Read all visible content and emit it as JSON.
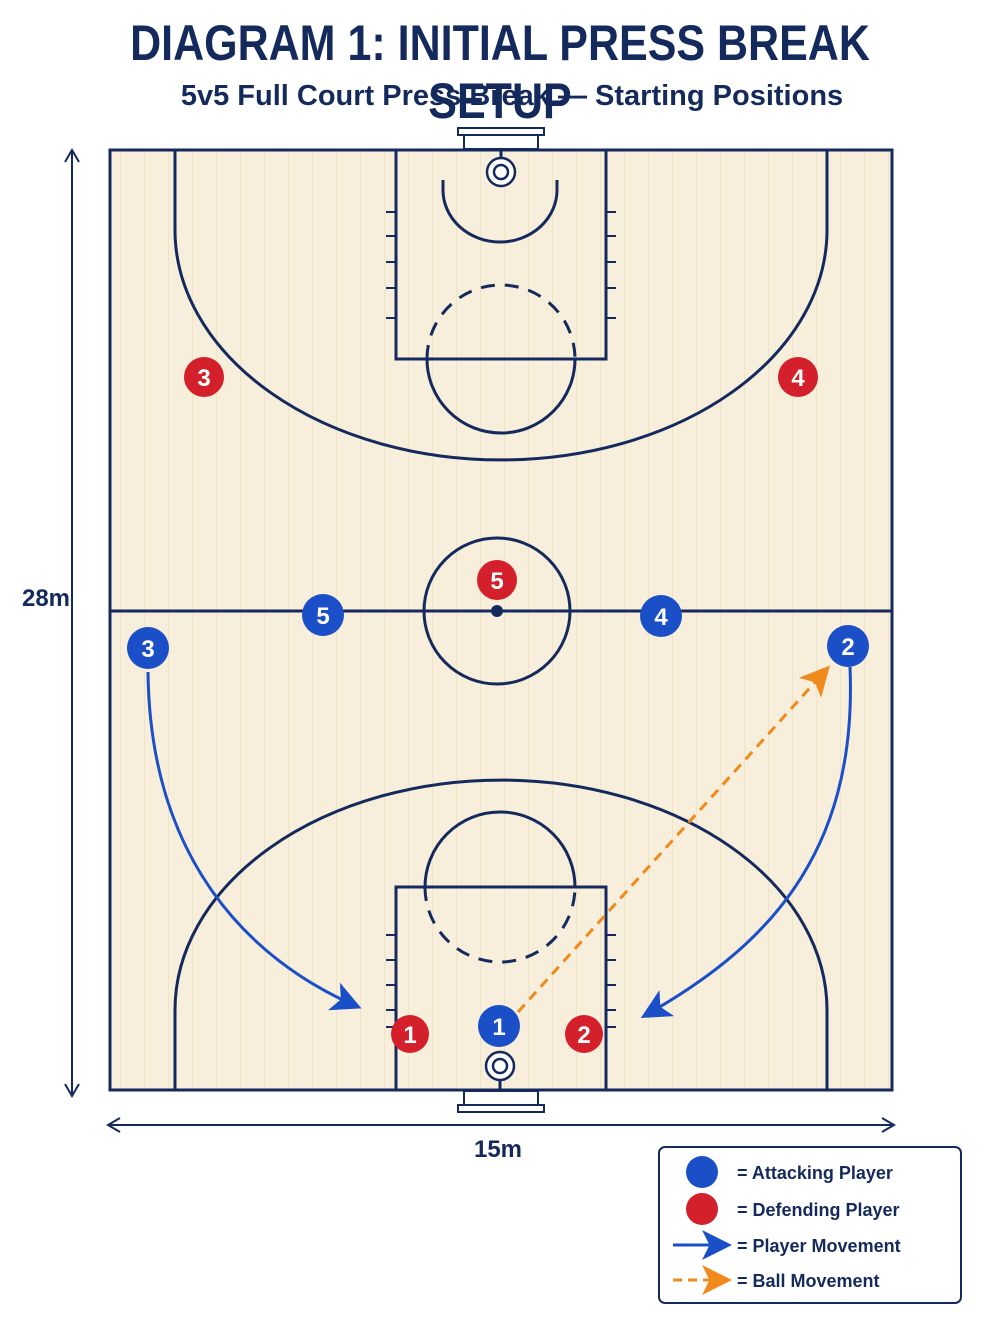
{
  "title": "DIAGRAM 1: INITIAL PRESS BREAK SETUP",
  "subtitle": "5v5 Full Court Press Break — Starting Positions",
  "dimensions": {
    "length": "28m",
    "width": "15m"
  },
  "colors": {
    "court_floor": "#f7eedb",
    "court_lines": "#152a5c",
    "attacking": "#1a4fc8",
    "defending": "#d4202a",
    "ball_movement": "#f08a1c"
  },
  "attacking_players": [
    {
      "label": "1",
      "name": "attacker-1"
    },
    {
      "label": "2",
      "name": "attacker-2"
    },
    {
      "label": "3",
      "name": "attacker-3"
    },
    {
      "label": "4",
      "name": "attacker-4"
    },
    {
      "label": "5",
      "name": "attacker-5"
    }
  ],
  "defending_players": [
    {
      "label": "1",
      "name": "defender-1"
    },
    {
      "label": "2",
      "name": "defender-2"
    },
    {
      "label": "3",
      "name": "defender-3"
    },
    {
      "label": "4",
      "name": "defender-4"
    },
    {
      "label": "5",
      "name": "defender-5"
    }
  ],
  "legend": {
    "attacking": "= Attacking Player",
    "defending": "= Defending Player",
    "player_movement": "= Player Movement",
    "ball_movement": "= Ball Movement"
  }
}
